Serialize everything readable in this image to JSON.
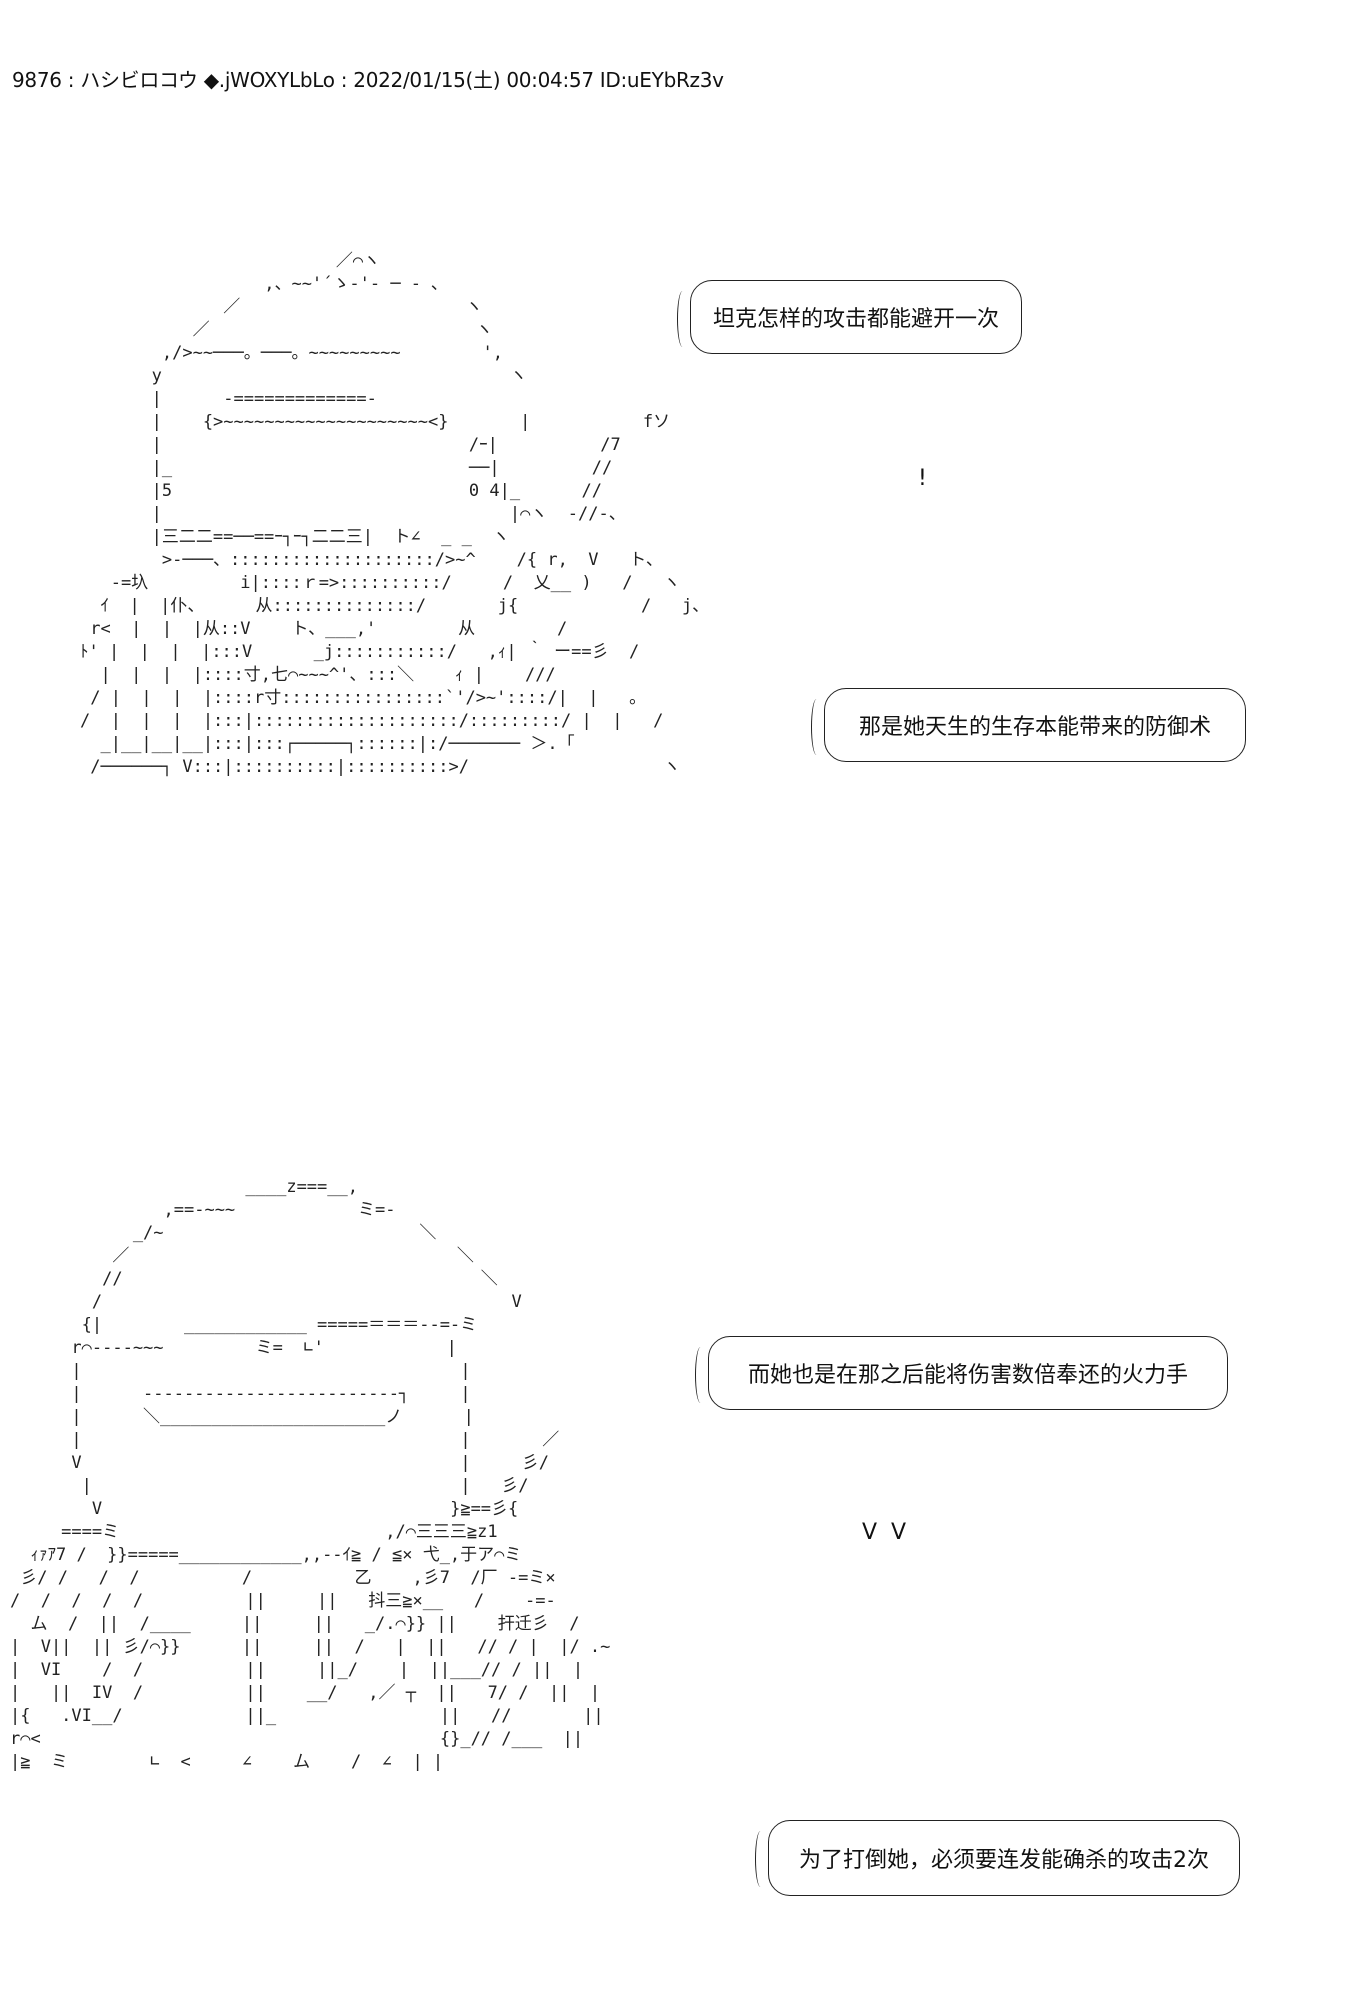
{
  "post": {
    "header": "9876 : ハシビロコウ ◆.jWOXYLbLo : 2022/01/15(土) 00:04:57 ID:uEYbRz3v"
  },
  "panel1": {
    "bubbles": [
      "坦克怎样的攻击都能避开一次",
      "那是她天生的生存本能带来的防御术"
    ],
    "exclaim": "!",
    "art": [
      "                         ／⌒ヽ",
      "                  ,、~~'´ゝ-'‐ ─ ‐ ､",
      "              ／                      ヽ",
      "           ／                          ヽ",
      "        ,/>~~───。───。~~~~~~~~~        ',",
      "       y                                  ヽ",
      "       |      -=============-",
      "       |    {>~~~~~~~~~~~~~~~~~~~~<}       |           fソ",
      "       |                              /ｰ|          /7",
      "       |_                             ──|         //",
      "       |5                             0 4|_      //",
      "       |                                  |⌒ヽ  -//-、",
      "       |三二二==──==ｰ┐ｰ┐二二三|  ト∠  _ _  ヽ",
      "        >-───、::::::::::::::::::::/>~^    /{ r,  V   ト、",
      "   -=圦         i|::::ｒ=>::::::::::/     /  乂__ )   /   ヽ",
      "  ｲ  |  |仆、     从::::::::::::::/       j{            /   j、",
      " r<  |  |  |从::V    ト、___,'        从        /",
      "ﾄ' |  |  |  |:::V      _j:::::::::::/   ,ｨ| ｀ ー==彡  /",
      "  |  |  |  |::::寸,七⌒~~~^'、:::＼    ｨ |    ///",
      " / |  |  |  |::::r寸::::::::::::::::`'/>~'::::/|  |   ｡",
      "/  |  |  |  |:::|::::::::::::::::::::/:::::::::/ |  |   /",
      "  _|__|__|__|:::|:::┌─────┐::::::|:/─────── ＞.「",
      " /──────┐ V:::|::::::::::|::::::::::>/                   ヽ"
    ]
  },
  "panel2": {
    "bubbles": [
      "而她也是在那之后能将伤害数倍奉还的火力手",
      "为了打倒她，必须要连发能确杀的攻击2次"
    ],
    "marks": "V  V",
    "art": [
      "                       ____z===__,",
      "               ,==-~~~            ミ=-",
      "            _/~                         ＼",
      "          ／                                ＼",
      "         //                                   ＼",
      "        /                                        V",
      "       {|        ____________ =====＝＝＝--=-ミ",
      "      r⌒----~~~         ミ=  ∟'            |",
      "      |                                     |",
      "      |      -------------------------┐     |",
      "      |      ＼______________________ノ      |",
      "      |                                     |       ／",
      "      V                                     |     彡/",
      "       |                                    |   彡/",
      "        V                                  }≧==彡{",
      "     ====ミ                          ,/⌒三三三≧z1",
      "  ｨｧｱ7 /  }}=====____________,,--ｲ≧ / ≦× 弋_,于ア⌒ミ",
      " 彡/ /   /  /          /          乙    ,彡7  /厂 -=ミ×",
      "/  /  /  /  /          ||     ||   抖三≧×__   /    -=-",
      "  ム  /  ||  /____     ||     ||   _/.⌒}} ||    扞迁彡  /",
      "|  V||  || 彡/⌒}}      ||     ||  /   |  ||   // / |  |/ .~",
      "|  VI    /  /          ||     ||_/    |  ||___// / ||  |",
      "|   ||  IV  /          ||    __/   ,／ ┬  ||   7/ /  ||  |",
      "|{   .VI__/            ||_                ||   //       ||",
      "r⌒<                                       {}_// /___  ||",
      "|≧  ミ        ∟  <     ∠    ム    /  ∠  | |"
    ]
  }
}
